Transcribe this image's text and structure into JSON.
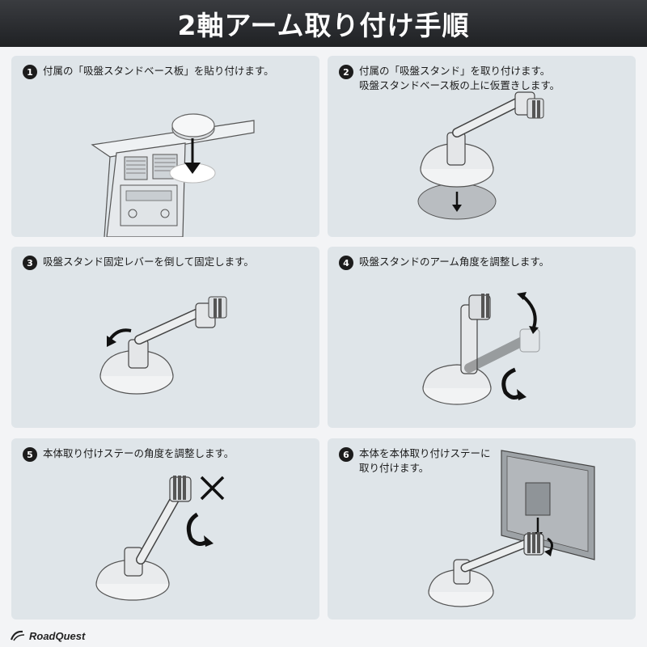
{
  "title": "2軸アーム取り付け手順",
  "steps": [
    {
      "num": "1",
      "text": "付属の「吸盤スタンドベース板」を貼り付けます。"
    },
    {
      "num": "2",
      "text_line1": "付属の「吸盤スタンド」を取り付けます。",
      "text_line2": "吸盤スタンドベース板の上に仮置きします。"
    },
    {
      "num": "3",
      "text": "吸盤スタンド固定レバーを倒して固定します。"
    },
    {
      "num": "4",
      "text": "吸盤スタンドのアーム角度を調整します。"
    },
    {
      "num": "5",
      "text": "本体取り付けステーの角度を調整します。"
    },
    {
      "num": "6",
      "text_line1": "本体を本体取り付けステーに",
      "text_line2": "取り付けます。"
    }
  ],
  "brand": "RoadQuest",
  "colors": {
    "header_bg": "#26282b",
    "panel_bg": "#dfe5e9",
    "page_bg": "#f3f4f6",
    "number_bg": "#1c1c1c"
  }
}
